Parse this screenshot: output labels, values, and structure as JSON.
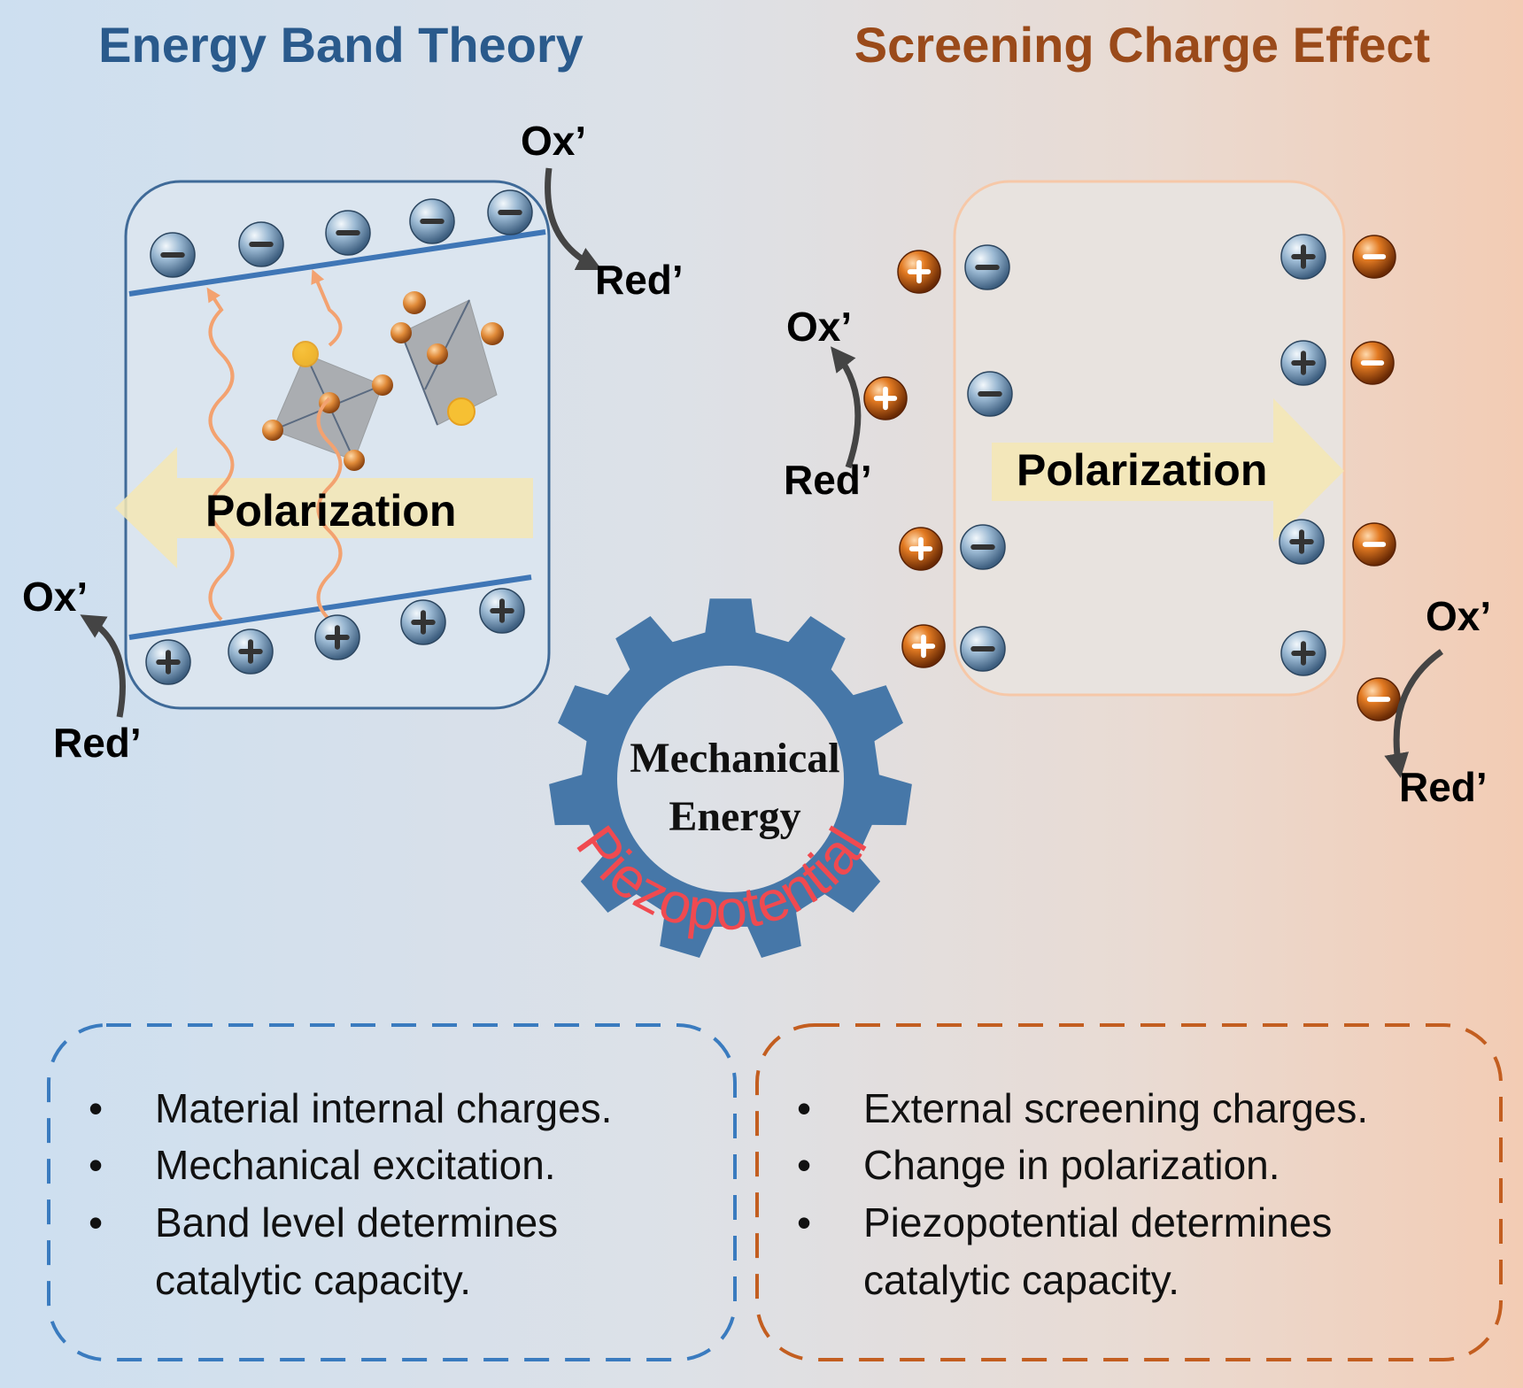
{
  "left": {
    "title": "Energy Band Theory",
    "title_color": "#2a5a8c",
    "polarization_label": "Polarization",
    "ox_top": "Ox’",
    "red_top": "Red’",
    "ox_bottom": "Ox’",
    "red_bottom": "Red’",
    "bullets": [
      "Material internal charges.",
      "Mechanical excitation.",
      "Band level determines",
      "catalytic capacity."
    ]
  },
  "right": {
    "title": "Screening Charge Effect",
    "title_color": "#9a4a1a",
    "polarization_label": "Polarization",
    "ox_left": "Ox’",
    "red_left": "Red’",
    "ox_right": "Ox’",
    "red_right": "Red’",
    "bullets": [
      "External screening charges.",
      "Change in polarization.",
      "Piezopotential determines",
      "catalytic capacity."
    ]
  },
  "center": {
    "gear_line1": "Mechanical",
    "gear_line2": "Energy",
    "arc_text": "Piezopotential",
    "gear_color": "#4677a8",
    "arc_color": "#f04a50"
  },
  "icons": {
    "electron": "minus-sphere-icon",
    "hole": "plus-sphere-icon",
    "screen_positive": "orange-plus-sphere-icon",
    "screen_negative": "orange-minus-sphere-icon"
  }
}
